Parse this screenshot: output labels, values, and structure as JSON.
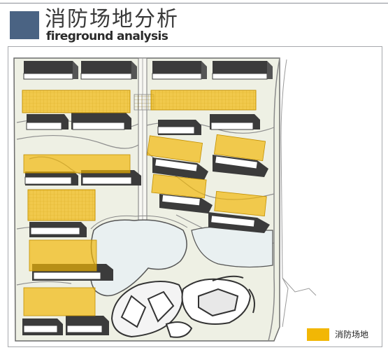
{
  "header": {
    "title_cn": "消防场地分析",
    "title_en": "fireground analysis"
  },
  "legend": {
    "label": "消防场地",
    "color": "#f2b705"
  },
  "colors": {
    "accent_block": "#4a6383",
    "fire_area": "#f2b705",
    "water": "#e9f0f1",
    "ground": "#eef0e4",
    "building": "#3b3b3b"
  }
}
